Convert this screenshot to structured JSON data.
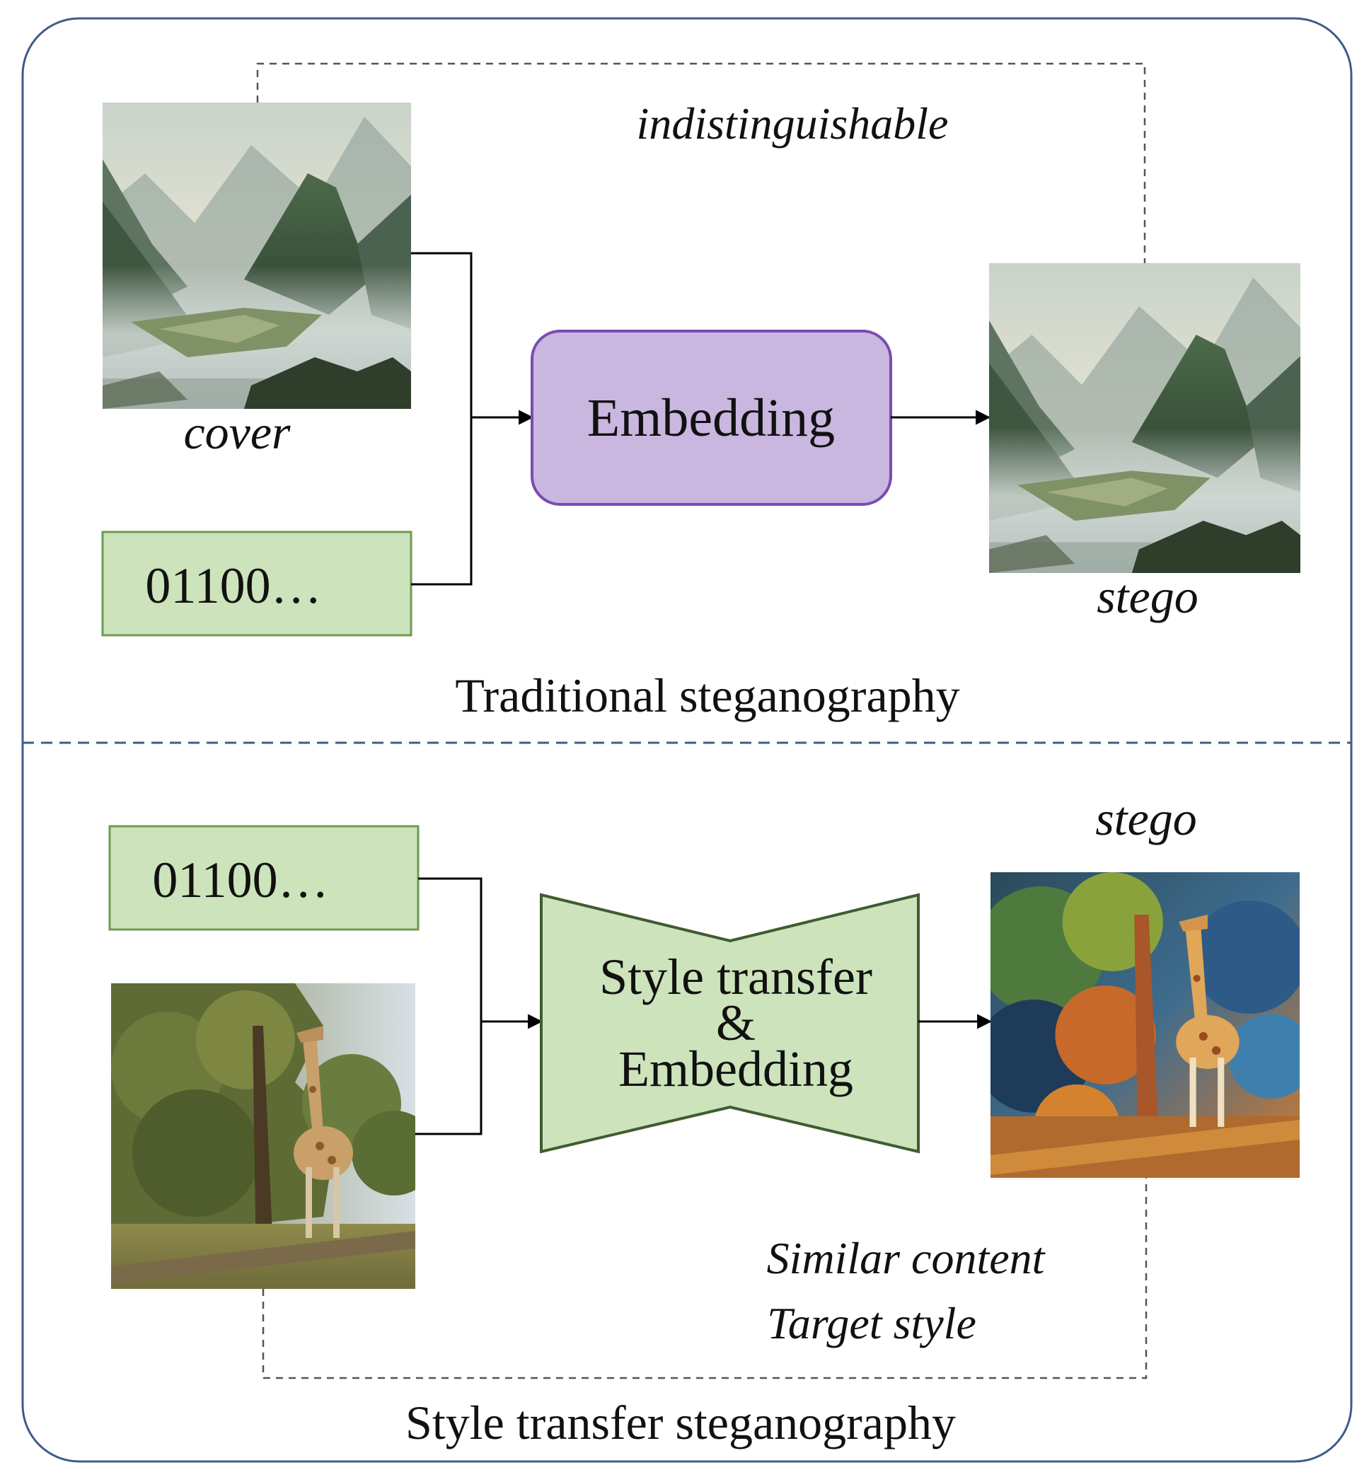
{
  "top_panel": {
    "cover_label": "cover",
    "secret_bits": "01100…",
    "embedding_label": "Embedding",
    "stego_label": "stego",
    "relation_label": "indistinguishable",
    "caption": "Traditional steganography"
  },
  "bottom_panel": {
    "secret_bits": "01100…",
    "process_line1": "Style transfer",
    "process_line2": "&",
    "process_line3": "Embedding",
    "stego_label": "stego",
    "relation_line1": "Similar content",
    "relation_line2": "Target style",
    "caption": "Style transfer steganography"
  },
  "colors": {
    "frame": "#3f5c8a",
    "embedding_fill": "#c9b7e0",
    "embedding_stroke": "#7a4bb0",
    "bits_fill": "#cde3bb",
    "bits_stroke": "#6f9a52",
    "process_fill": "#cde3bb",
    "process_stroke": "#3f5c2f"
  },
  "images": {
    "cover_mountain": "mountain-landscape-image",
    "stego_mountain": "mountain-landscape-image",
    "content_giraffe": "giraffe-photo-image",
    "stego_giraffe": "stylized-giraffe-image"
  }
}
